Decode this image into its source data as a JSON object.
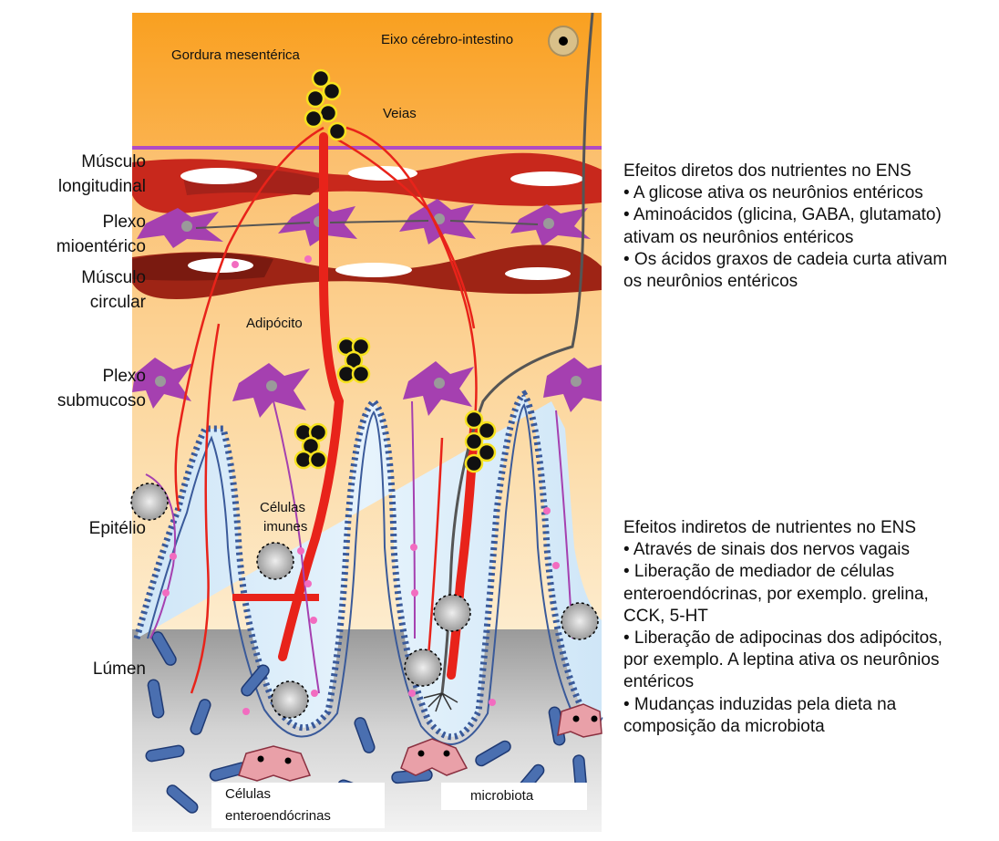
{
  "diagram": {
    "left_labels": {
      "longitudinal_muscle": [
        "Músculo",
        "longitudinal"
      ],
      "myenteric_plexus": [
        "Plexo",
        "mioentérico"
      ],
      "circular_muscle": [
        "Músculo",
        "circular"
      ],
      "submucosal_plexus": [
        "Plexo",
        "submucoso"
      ],
      "epithelium": "Epitélio",
      "lumen": "Lúmen"
    },
    "panel_labels": {
      "mesenteric_fat": "Gordura mesentérica",
      "gut_brain_axis": "Eixo cérebro-intestino",
      "veins": "Veias",
      "adipocyte": "Adipócito",
      "immune_cells": [
        "Células",
        "imunes"
      ],
      "enteroendocrine_cells": [
        "Células",
        "enteroendócrinas"
      ],
      "microbiota": "microbiota"
    },
    "direct_effects": {
      "title": "Efeitos diretos dos nutrientes no ENS",
      "items": [
        "• A glicose ativa os neurônios entéricos",
        "• Aminoácidos (glicina, GABA, glutamato)",
        "ativam os neurônios entéricos",
        "• Os ácidos graxos de cadeia curta ativam",
        "os neurônios entéricos"
      ]
    },
    "indirect_effects": {
      "title": "Efeitos indiretos de nutrientes no ENS",
      "items": [
        "• Através de sinais dos nervos vagais",
        "• Liberação de mediador de células",
        "enteroendócrinas, por exemplo. grelina,",
        "CCK, 5-HT",
        "• Liberação de adipocinas dos adipócitos,",
        "por exemplo. A leptina ativa os neurônios",
        "entéricos",
        "• Mudanças induzidas pela dieta na",
        "composição da microbiota"
      ]
    },
    "colors": {
      "fat_orange": "#f9a33a",
      "tissue_light": "#fde3b8",
      "muscle_red": "#c8281c",
      "muscle_dark": "#8e1f14",
      "neuron_purple": "#a040a8",
      "nerve_red": "#e8231a",
      "epithelium_blue": "#d6ebf8",
      "cell_outline": "#3a5a9a",
      "adipocyte_yellow": "#f6e21e",
      "lumen_gray": "#c8c8c8",
      "bacteria_blue": "#4a6fb0"
    }
  }
}
